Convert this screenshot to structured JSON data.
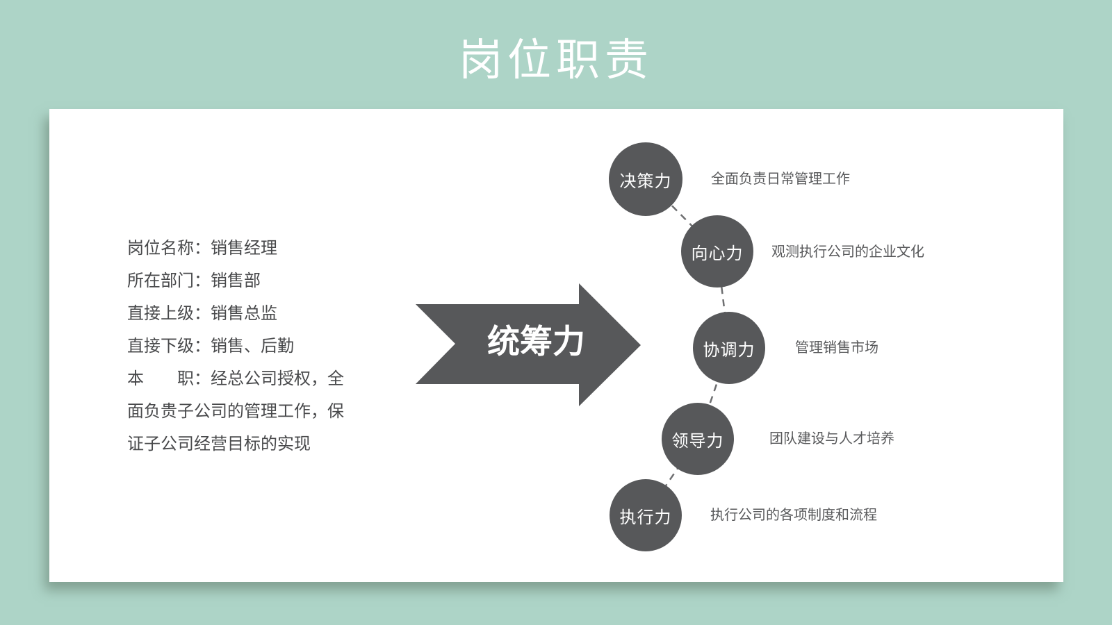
{
  "title": "岗位职责",
  "colors": {
    "background": "#add4c7",
    "card": "#ffffff",
    "shape_gray": "#57585a",
    "info_text": "#48494b",
    "desc_text": "#58595b",
    "title_text": "#ffffff"
  },
  "info_panel": {
    "text": "岗位名称：销售经理\n所在部门：销售部\n直接上级：销售总监\n直接下级：销售、后勤\n本　　职：经总公司授权，全\n面负贵子公司的管理工作，保\n证子公司经营目标的实现"
  },
  "arrow": {
    "label": "统筹力"
  },
  "abilities": [
    {
      "label": "决策力",
      "desc": "全面负责日常管理工作"
    },
    {
      "label": "向心力",
      "desc": "观测执行公司的企业文化"
    },
    {
      "label": "协调力",
      "desc": "管理销售市场"
    },
    {
      "label": "领导力",
      "desc": "团队建设与人才培养"
    },
    {
      "label": "执行力",
      "desc": "执行公司的各项制度和流程"
    }
  ]
}
